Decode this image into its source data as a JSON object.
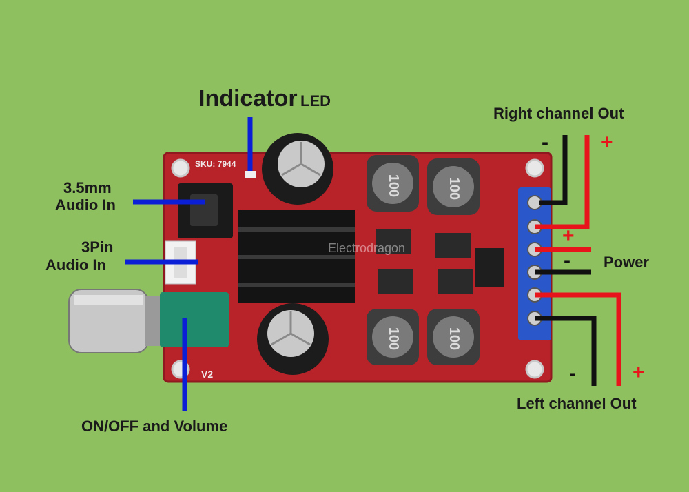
{
  "labels": {
    "indicator_main": "Indicator",
    "indicator_suffix": "LED",
    "audio_35_line1": "3.5mm",
    "audio_35_line2": "Audio In",
    "audio_3pin_line1": "3Pin",
    "audio_3pin_line2": "Audio In",
    "on_off_volume": "ON/OFF and Volume",
    "right_channel": "Right channel Out",
    "power": "Power",
    "left_channel": "Left channel Out"
  },
  "signs": {
    "right_minus": "-",
    "right_plus": "+",
    "power_plus": "+",
    "power_minus": "-",
    "left_minus": "-",
    "left_plus": "+"
  },
  "board": {
    "sku": "SKU: 7944",
    "version": "V2",
    "inductor_code": "100",
    "watermark": "Electrodragon"
  },
  "colors": {
    "background": "#8fc060",
    "pcb": "#b8232a",
    "pointer_blue": "#0a1fd6",
    "wire_red": "#e8141b",
    "wire_black": "#111111",
    "terminal_blue": "#2a57c9"
  }
}
